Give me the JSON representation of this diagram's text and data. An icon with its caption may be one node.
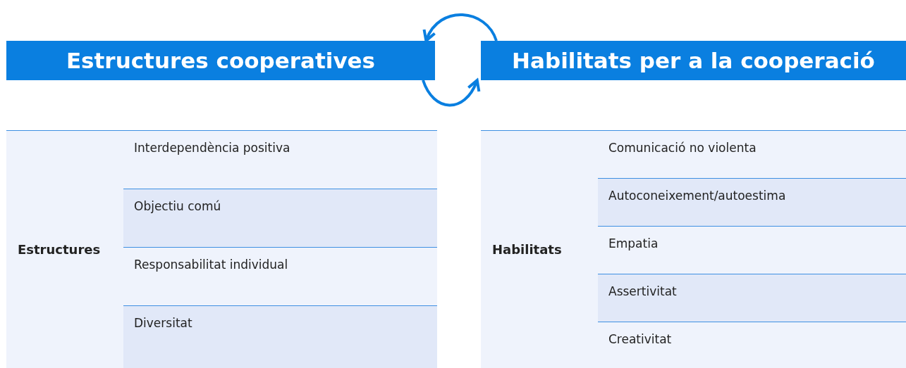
{
  "diagram": {
    "nodes": [
      {
        "text": [
          "Estructures cooperatives"
        ]
      },
      {
        "text": [
          "Habilitats per a la cooperació"
        ]
      }
    ],
    "edges": [
      {
        "from": 1,
        "to": 0,
        "arrow": "to"
      },
      {
        "from": 0,
        "to": 1,
        "arrow": "to"
      }
    ],
    "labels": [
      "Estructures",
      "Interdependència positiva",
      "Objectiu comú",
      "Responsabilitat individual",
      "Diversitat",
      "Habilitats",
      "Comunicació no violenta",
      "Autoconeixement/autoestima",
      "Empatia",
      "Assertivitat",
      "Creativitat"
    ]
  }
}
